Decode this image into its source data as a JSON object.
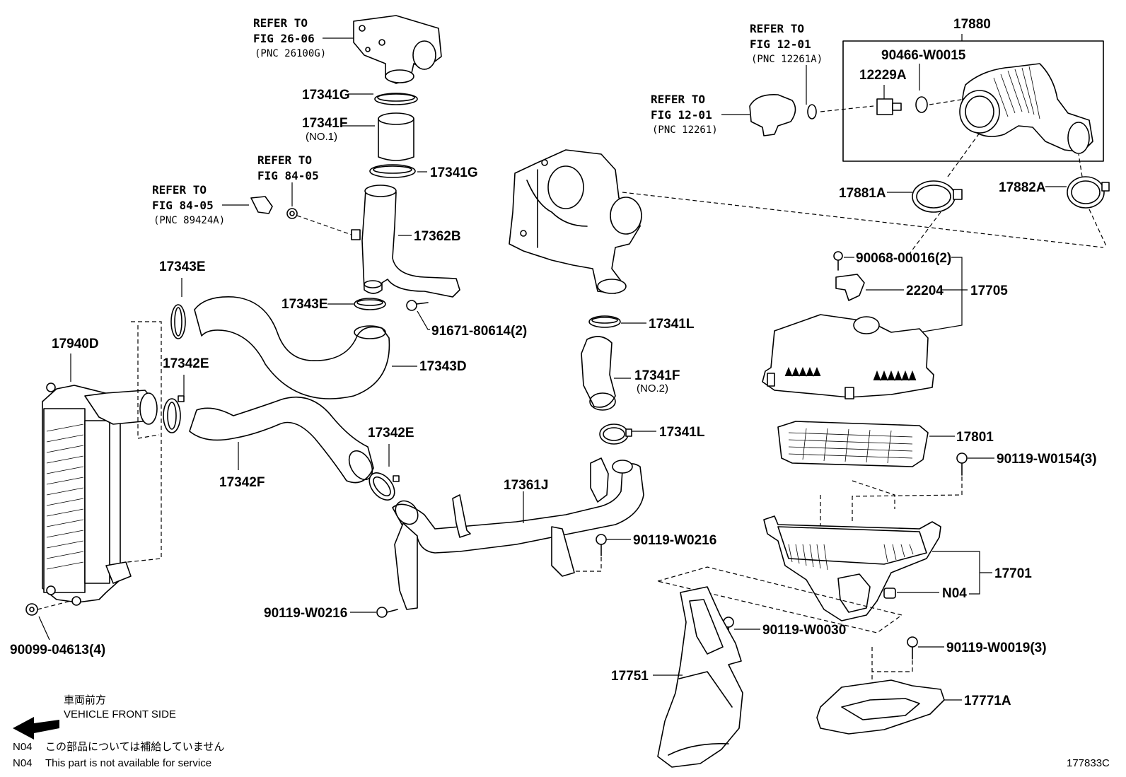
{
  "refs": {
    "fig2606": {
      "l1": "REFER TO",
      "l2": "FIG 26-06",
      "pnc": "(PNC 26100G)"
    },
    "fig8405a": {
      "l1": "REFER TO",
      "l2": "FIG 84-05"
    },
    "fig8405b": {
      "l1": "REFER TO",
      "l2": "FIG 84-05",
      "pnc": "(PNC 89424A)"
    },
    "fig1201a": {
      "l1": "REFER TO",
      "l2": "FIG 12-01",
      "pnc": "(PNC 12261A)"
    },
    "fig1201b": {
      "l1": "REFER TO",
      "l2": "FIG 12-01",
      "pnc": "(PNC 12261)"
    }
  },
  "parts": {
    "p17341G_a": "17341G",
    "p17341F_1": "17341F",
    "p17341F_1_sub": "(NO.1)",
    "p17341G_b": "17341G",
    "p17362B": "17362B",
    "p17343E_a": "17343E",
    "p17343E_b": "17343E",
    "p91671": "91671-80614(2)",
    "p17343D": "17343D",
    "p17940D": "17940D",
    "p17342E_a": "17342E",
    "p17342E_b": "17342E",
    "p17342F": "17342F",
    "p17361J": "17361J",
    "p90119W0216_a": "90119-W0216",
    "p90119W0216_b": "90119-W0216",
    "p90099": "90099-04613(4)",
    "p17341L_a": "17341L",
    "p17341F_2": "17341F",
    "p17341F_2_sub": "(NO.2)",
    "p17341L_b": "17341L",
    "p17880": "17880",
    "p90466": "90466-W0015",
    "p12229A": "12229A",
    "p17881A": "17881A",
    "p17882A": "17882A",
    "p90068": "90068-00016(2)",
    "p22204": "22204",
    "p17705": "17705",
    "p17801": "17801",
    "p90119W0154": "90119-W0154(3)",
    "p17701": "17701",
    "pN04": "N04",
    "p90119W0030": "90119-W0030",
    "p17751": "17751",
    "p90119W0019": "90119-W0019(3)",
    "p17771A": "17771A"
  },
  "legend": {
    "front_jp": "車両前方",
    "front_en": "VEHICLE FRONT SIDE",
    "n04_code_1": "N04",
    "n04_jp": "この部品については補給していません",
    "n04_code_2": "N04",
    "n04_en": "This part is not available for service"
  },
  "figure_id": "177833C",
  "colors": {
    "line": "#000000",
    "background": "#ffffff"
  }
}
